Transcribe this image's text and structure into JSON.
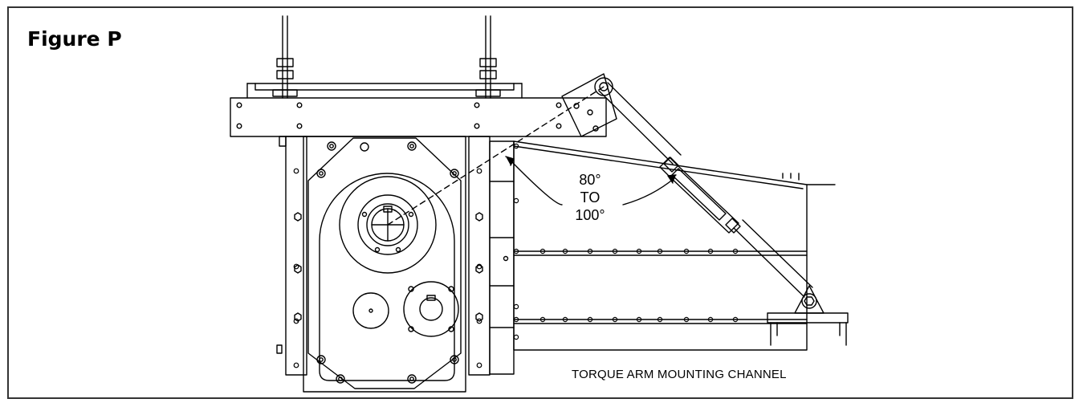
{
  "figure": {
    "title": "Figure P"
  },
  "annotations": {
    "angle_line1": "80°",
    "angle_line2": "TO",
    "angle_line3": "100°",
    "channel_label": "TORQUE ARM MOUNTING CHANNEL"
  },
  "colors": {
    "line": "#000000",
    "frame": "#333333",
    "background": "#ffffff"
  }
}
